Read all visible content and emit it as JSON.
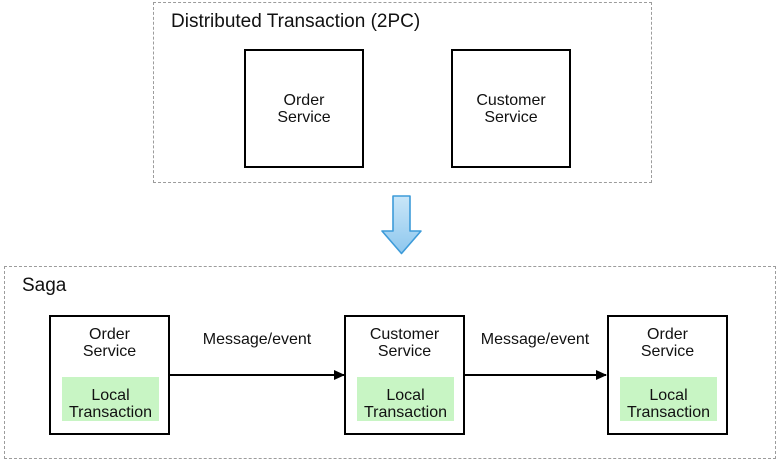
{
  "colors": {
    "node_border": "#000000",
    "group_border": "#9c9c9c",
    "local_transaction_bg": "#c8f5c4",
    "transform_arrow_fill_top": "#c9e6f8",
    "transform_arrow_fill_bottom": "#8ec7ee",
    "transform_arrow_stroke": "#3d9bd9",
    "text": "#111111"
  },
  "two_pc_group": {
    "title": "Distributed Transaction (2PC)",
    "nodes": [
      {
        "label": "Order\nService"
      },
      {
        "label": "Customer\nService"
      }
    ]
  },
  "transform_arrow": {
    "direction": "down"
  },
  "saga_group": {
    "title": "Saga",
    "nodes": [
      {
        "label": "Order\nService",
        "inner_label": "Local\nTransaction"
      },
      {
        "label": "Customer\nService",
        "inner_label": "Local\nTransaction"
      },
      {
        "label": "Order\nService",
        "inner_label": "Local\nTransaction"
      }
    ],
    "connectors": [
      {
        "label": "Message/event"
      },
      {
        "label": "Message/event"
      }
    ]
  }
}
